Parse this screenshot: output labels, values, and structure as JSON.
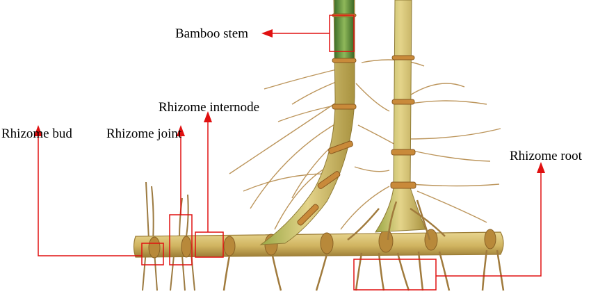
{
  "labels": {
    "bamboo_stem": "Bamboo stem",
    "rhizome_internode": "Rhizome internode",
    "rhizome_bud": "Rhizome bud",
    "rhizome_joint": "Rhizome joint",
    "rhizome_root": "Rhizome root"
  },
  "colors": {
    "annotation": "#e01010",
    "stem_green": "#6f9a3c",
    "bamboo_yellow": "#d8c074",
    "bamboo_shadow": "#a88a3e",
    "node_orange": "#c98a3a",
    "root_brown": "#b58a4a"
  }
}
